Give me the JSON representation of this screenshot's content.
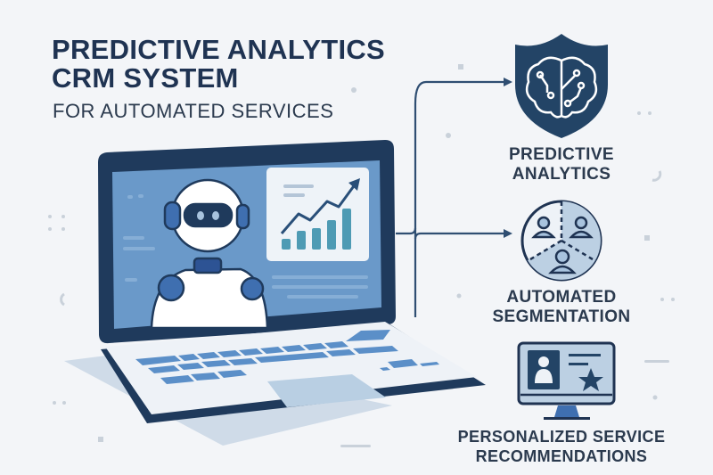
{
  "header": {
    "title_line1": "PREDICTIVE ANALYTICS",
    "title_line2": "CRM SYSTEM",
    "subtitle": "FOR AUTOMATED SERVICES"
  },
  "features": [
    {
      "label_line1": "PREDICTIVE",
      "label_line2": "ANALYTICS",
      "icon": "brain-shield-icon"
    },
    {
      "label_line1": "AUTOMATED",
      "label_line2": "SEGMENTATION",
      "icon": "segmented-users-icon"
    },
    {
      "label_line1": "PERSONALIZED SERVICE",
      "label_line2": "RECOMMENDATIONS",
      "icon": "profile-monitor-star-icon"
    }
  ],
  "colors": {
    "navy": "#1f3a5c",
    "screen_blue": "#6a99c9",
    "key_blue": "#5b8fc8",
    "light_blue": "#b9cfe3",
    "teal": "#4e9bb4",
    "background": "#f3f5f8"
  }
}
